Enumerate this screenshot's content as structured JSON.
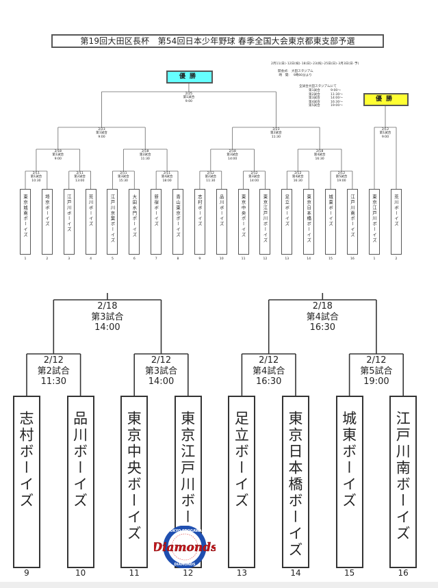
{
  "title": "第19回大田区長杯　第54回日本少年野球 春季全国大会東京都東支部予選",
  "info": {
    "dates": "2月11(日)･12日(祝)･18(日)･23(祝)･25日(日)･3月3日(日･予)",
    "opening": "開会式:　大田スタジアム\n 時　間:　 9時00分より",
    "schedule_header": "全試合大田スタジアムにて",
    "schedule": [
      {
        "game": "第1試合",
        "time": "9:00～"
      },
      {
        "game": "第2試合",
        "time": "11:30～"
      },
      {
        "game": "第3試合",
        "time": "14:00～"
      },
      {
        "game": "第4試合",
        "time": "16:30～"
      },
      {
        "game": "第5試合",
        "time": "19:00～"
      }
    ]
  },
  "champion_label_a": "優勝",
  "champion_label_b": "優勝",
  "bracket_a": {
    "teams": [
      {
        "seed": "1",
        "name": "東京城南ボーイズ"
      },
      {
        "seed": "2",
        "name": "埼京ボーイズ"
      },
      {
        "seed": "3",
        "name": "江戸川ボーイズ"
      },
      {
        "seed": "4",
        "name": "荒川ボーイズ"
      },
      {
        "seed": "5",
        "name": "江戸川京葉ボーイズ"
      },
      {
        "seed": "6",
        "name": "大田水門ボーイズ"
      },
      {
        "seed": "7",
        "name": "新宿ボーイズ"
      },
      {
        "seed": "8",
        "name": "青山東京ボーイズ"
      },
      {
        "seed": "9",
        "name": "志村ボーイズ"
      },
      {
        "seed": "10",
        "name": "品川ボーイズ"
      },
      {
        "seed": "11",
        "name": "東京中央ボーイズ"
      },
      {
        "seed": "12",
        "name": "東京江戸川ボーイズ"
      },
      {
        "seed": "13",
        "name": "足立ボーイズ"
      },
      {
        "seed": "14",
        "name": "東京日本橋ボーイズ"
      },
      {
        "seed": "15",
        "name": "城東ボーイズ"
      },
      {
        "seed": "16",
        "name": "江戸川南ボーイズ"
      }
    ],
    "round1": [
      {
        "date": "2/11",
        "game": "第1試合",
        "time": "10:30"
      },
      {
        "date": "2/11",
        "game": "第2試合",
        "time": "13:00"
      },
      {
        "date": "2/11",
        "game": "第3試合",
        "time": "15:30"
      },
      {
        "date": "2/11",
        "game": "第4試合",
        "time": "18:00"
      },
      {
        "date": "2/12",
        "game": "第2試合",
        "time": "11:30"
      },
      {
        "date": "2/12",
        "game": "第3試合",
        "time": "14:00"
      },
      {
        "date": "2/12",
        "game": "第4試合",
        "time": "16:30"
      },
      {
        "date": "2/12",
        "game": "第5試合",
        "time": "19:00"
      }
    ],
    "round2": [
      {
        "date": "2/18",
        "game": "第1試合",
        "time": "9:00"
      },
      {
        "date": "2/18",
        "game": "第2試合",
        "time": "11:30"
      },
      {
        "date": "2/18",
        "game": "第3試合",
        "time": "14:00"
      },
      {
        "date": "2/18",
        "game": "第4試合",
        "time": "16:30"
      }
    ],
    "semis": [
      {
        "date": "2/23",
        "game": "第1試合",
        "time": "9:00"
      },
      {
        "date": "2/23",
        "game": "第2試合",
        "time": "11:30"
      }
    ],
    "final": {
      "date": "2/25",
      "game": "第1試合",
      "time": "9:00"
    }
  },
  "bracket_b": {
    "teams": [
      {
        "seed": "1",
        "name": "東京江戸川ボーイズ"
      },
      {
        "seed": "2",
        "name": "荒川ボーイズ"
      }
    ],
    "final": {
      "date": "2/12",
      "game": "第1試合",
      "time": "9:00"
    }
  },
  "zoomed": {
    "teams": [
      {
        "seed": "9",
        "name": "志村ボーイズ"
      },
      {
        "seed": "10",
        "name": "品川ボーイズ"
      },
      {
        "seed": "11",
        "name": "東京中央ボーイズ"
      },
      {
        "seed": "12",
        "name": "東京江戸川ボーイ"
      },
      {
        "seed": "13",
        "name": "足立ボーイズ"
      },
      {
        "seed": "14",
        "name": "東京日本橋ボーイズ"
      },
      {
        "seed": "15",
        "name": "城東ボーイズ"
      },
      {
        "seed": "16",
        "name": "江戸川南ボーイズ"
      }
    ],
    "round1": [
      {
        "date": "2/12",
        "game": "第2試合",
        "time": "11:30"
      },
      {
        "date": "2/12",
        "game": "第3試合",
        "time": "14:00"
      },
      {
        "date": "2/12",
        "game": "第4試合",
        "time": "16:30"
      },
      {
        "date": "2/12",
        "game": "第5試合",
        "time": "19:00"
      }
    ],
    "round2": [
      {
        "date": "2/18",
        "game": "第3試合",
        "time": "14:00"
      },
      {
        "date": "2/18",
        "game": "第4試合",
        "time": "16:30"
      }
    ]
  },
  "logo": {
    "top_text": "TOKYO EDOGAWA",
    "script_text": "Diamonds",
    "bottom_text": "DIAMONDS"
  }
}
